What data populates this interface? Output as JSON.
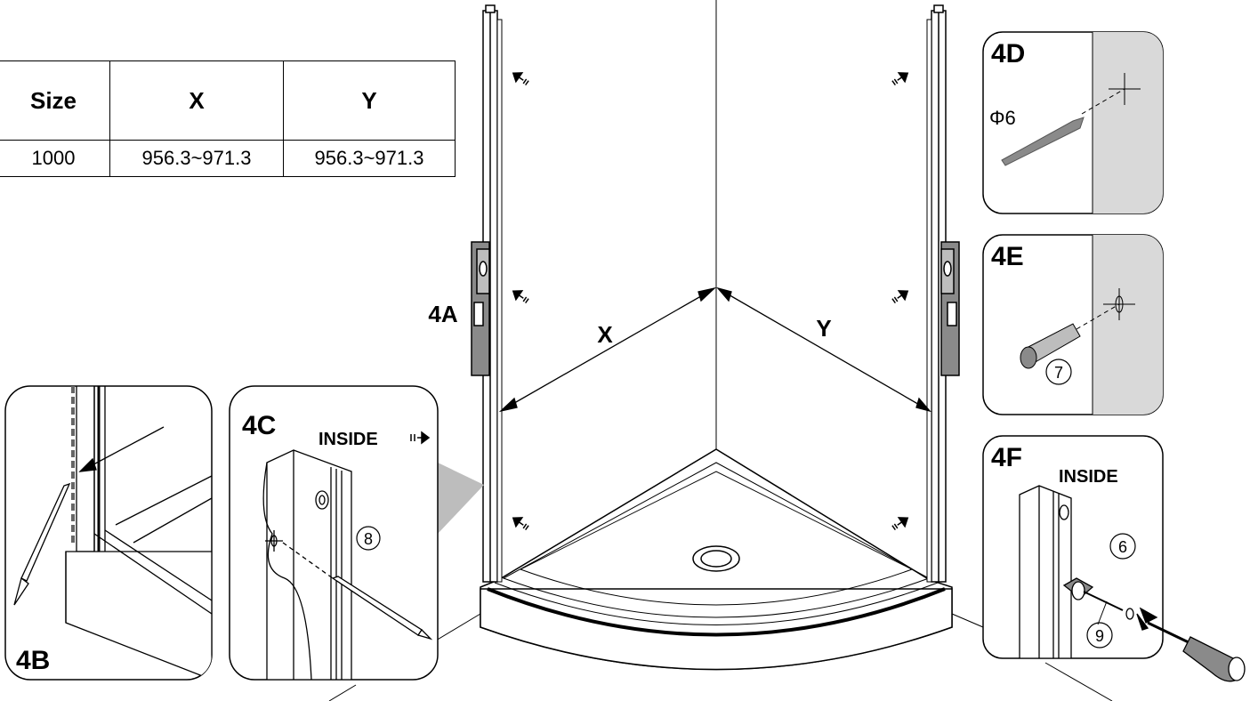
{
  "table": {
    "headers": [
      "Size",
      "X",
      "Y"
    ],
    "rows": [
      [
        "1000",
        "956.3~971.3",
        "956.3~971.3"
      ]
    ]
  },
  "labels": {
    "step_4a": "4A",
    "step_4b": "4B",
    "step_4c": "4C",
    "step_4d": "4D",
    "step_4e": "4E",
    "step_4f": "4F",
    "dim_x": "X",
    "dim_y": "Y",
    "inside_4c": "INSIDE",
    "inside_4f": "INSIDE",
    "drill_size": "Φ6",
    "part_6": "6",
    "part_7": "7",
    "part_8": "8",
    "part_9": "9"
  },
  "colors": {
    "line": "#000000",
    "wall_panel": "#d9d9d9",
    "bracket": "#8a8a8a",
    "pointer": "#bdbdbd"
  }
}
